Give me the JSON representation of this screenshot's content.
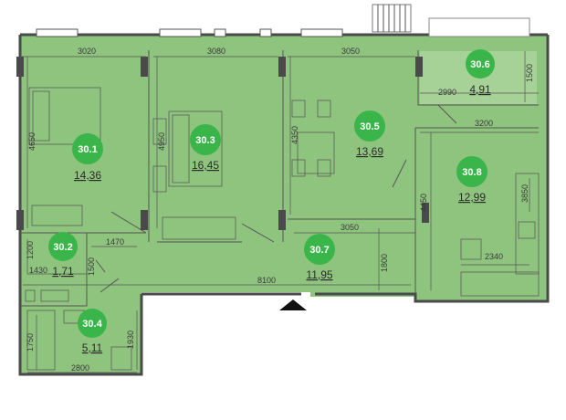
{
  "colors": {
    "room_fill": "#8fc47f",
    "room_fill_light": "#a6d197",
    "badge": "#39b54a",
    "wall": "#4a4a4a",
    "entrance_arrow": "#111111"
  },
  "rooms": [
    {
      "id": "30.1",
      "area": "14,36"
    },
    {
      "id": "30.2",
      "area": "1,71"
    },
    {
      "id": "30.3",
      "area": "16,45"
    },
    {
      "id": "30.4",
      "area": "5,11"
    },
    {
      "id": "30.5",
      "area": "13,69"
    },
    {
      "id": "30.6",
      "area": "4,91"
    },
    {
      "id": "30.7",
      "area": "11,95"
    },
    {
      "id": "30.8",
      "area": "12,99"
    }
  ],
  "dimensions": [
    "3020",
    "3080",
    "3050",
    "1500",
    "2990",
    "3200",
    "4650",
    "4950",
    "4350",
    "4450",
    "3850",
    "1470",
    "3050",
    "1200",
    "1430",
    "1500",
    "1800",
    "2340",
    "8100",
    "1750",
    "1930",
    "2800"
  ],
  "entrance_icon": "entrance-arrow-icon"
}
